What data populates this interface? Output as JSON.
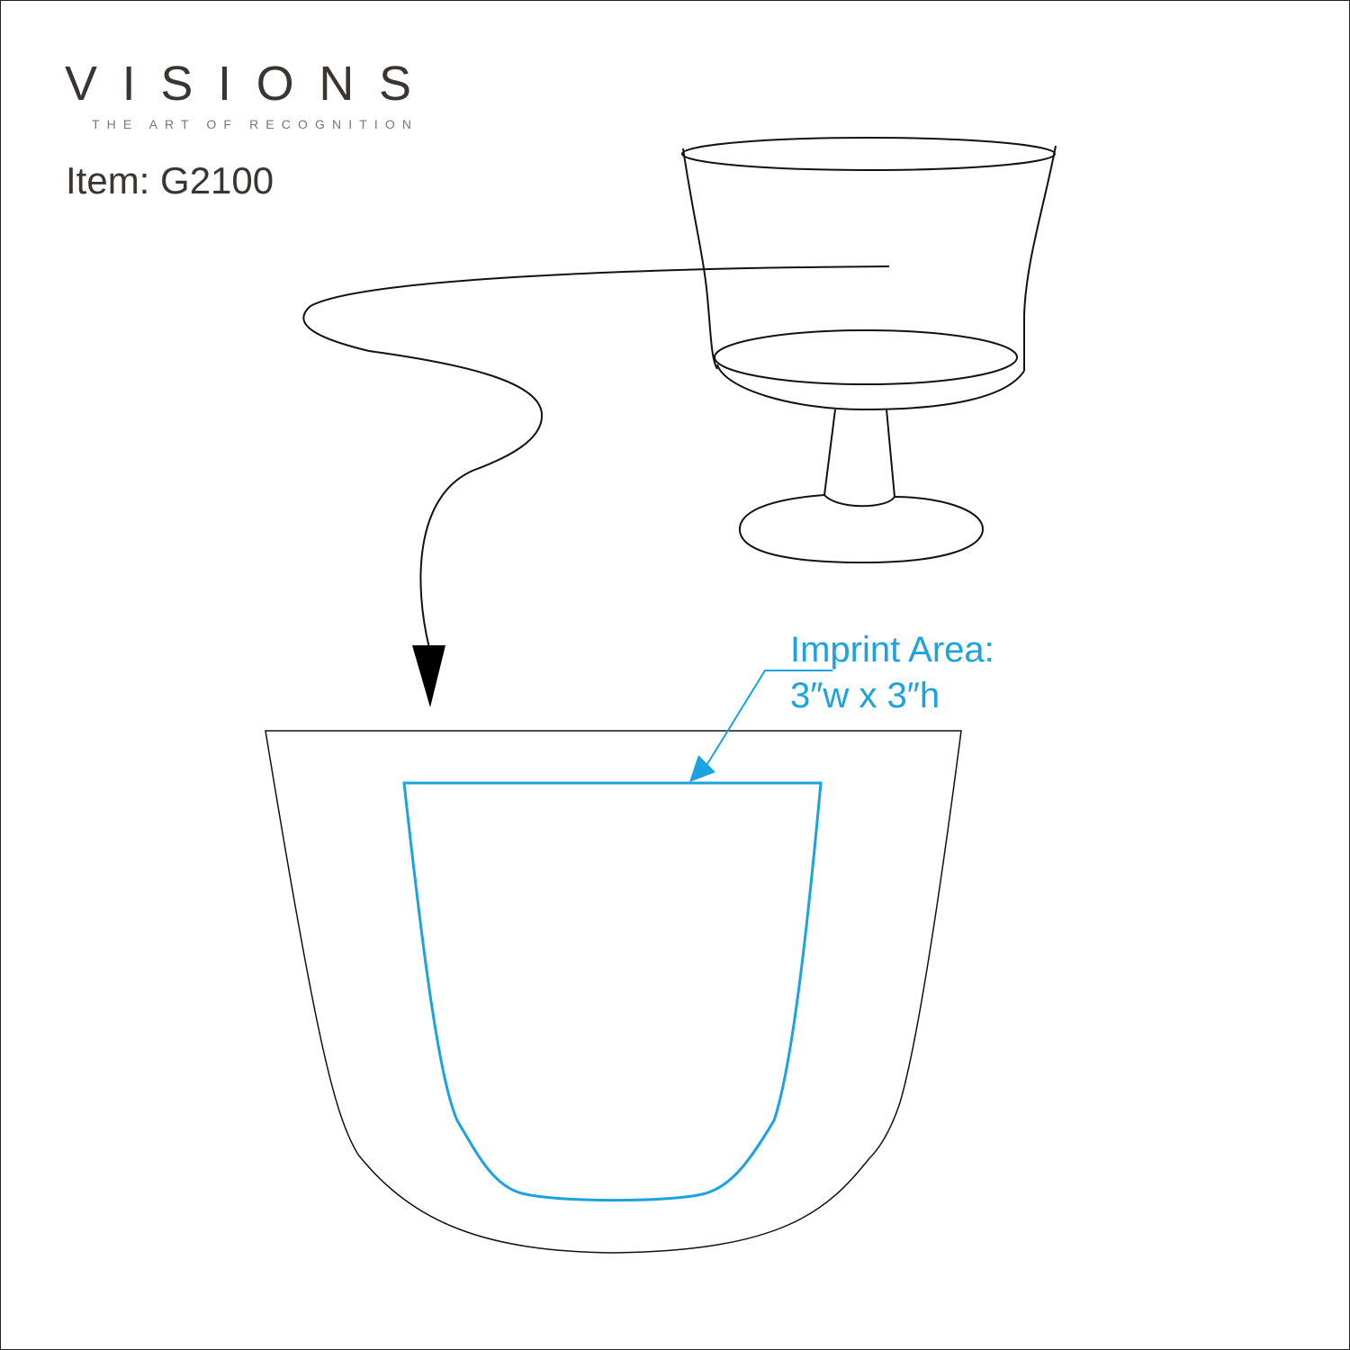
{
  "brand": {
    "logo": "VISIONS",
    "tagline": "THE ART OF RECOGNITION"
  },
  "item_label": "Item: G2100",
  "imprint": {
    "line1": "Imprint Area:",
    "line2": "3″w x 3″h"
  },
  "colors": {
    "imprint_blue": "#1aa3e0",
    "outline": "#111111",
    "brand_text": "#3a3532"
  }
}
